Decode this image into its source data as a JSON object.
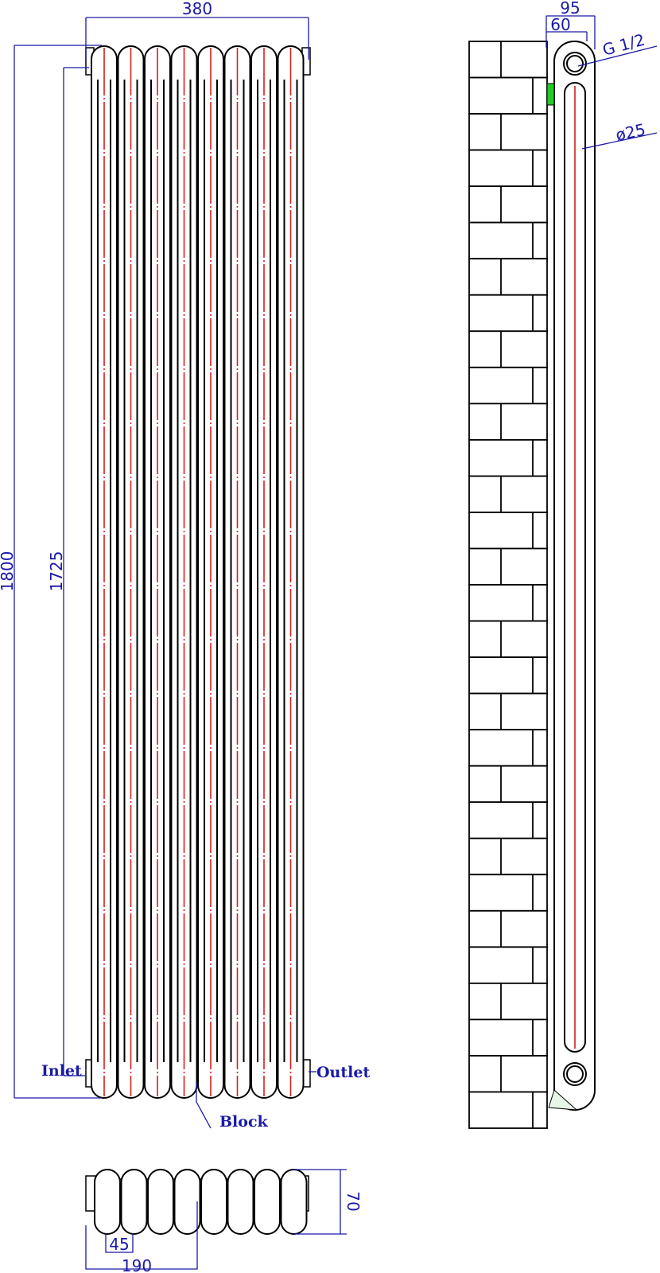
{
  "front_view": {
    "width_label": "380",
    "height_label": "1800",
    "pipe_centres_label": "1725",
    "inlet_label": "Inlet",
    "outlet_label": "Outlet",
    "block_label": "Block",
    "column_count": 8
  },
  "side_view": {
    "depth_label": "95",
    "wall_offset_label": "60",
    "connection_label": "G 1/2",
    "tube_diameter_label": "ø25"
  },
  "plan_view": {
    "depth_label": "70",
    "section_pitch_label": "45",
    "half_width_label": "190"
  },
  "colors": {
    "dimension": "#1a1aa8",
    "centerline": "#d42020",
    "bracket": "#22cc22"
  }
}
